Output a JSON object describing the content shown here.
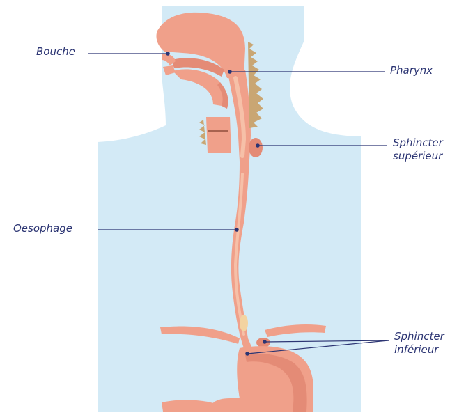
{
  "labels": {
    "bouche": "Bouche",
    "pharynx": "Pharynx",
    "sphincter_superieur": [
      "Sphincter",
      "supérieur"
    ],
    "oesophage": "Oesophage",
    "sphincter_inferieur": [
      "Sphincter",
      "inférieur"
    ]
  },
  "colors": {
    "background_body": "#d3eaf6",
    "tissue": "#f0a08a",
    "tissue_light": "#f6c0a8",
    "tissue_dark": "#d97a6a",
    "cartilage": "#c9a673",
    "leader_line": "#2c3573",
    "label_text": "#2c3573"
  }
}
